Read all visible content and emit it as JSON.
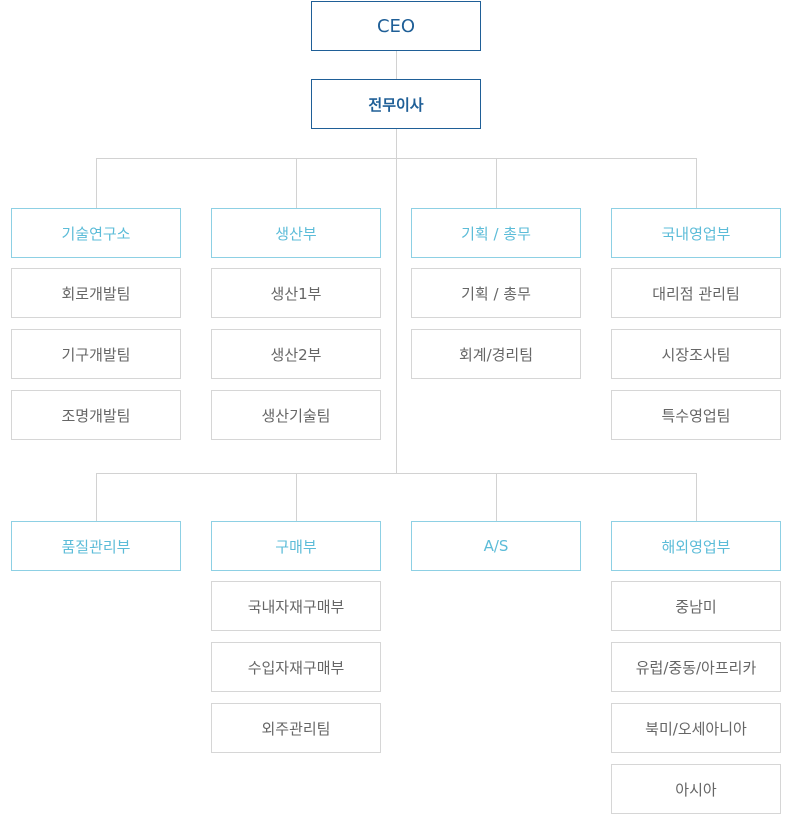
{
  "ceo": "CEO",
  "exec": "전무이사",
  "rows": [
    [
      {
        "name": "기술연구소",
        "teams": [
          "회로개발팀",
          "기구개발팀",
          "조명개발팀"
        ]
      },
      {
        "name": "생산부",
        "teams": [
          "생산1부",
          "생산2부",
          "생산기술팀"
        ]
      },
      {
        "name": "기획 / 총무",
        "teams": [
          "기획 / 총무",
          "회계/경리팀"
        ]
      },
      {
        "name": "국내영업부",
        "teams": [
          "대리점 관리팀",
          "시장조사팀",
          "특수영업팀"
        ]
      }
    ],
    [
      {
        "name": "품질관리부",
        "teams": []
      },
      {
        "name": "구매부",
        "teams": [
          "국내자재구매부",
          "수입자재구매부",
          "외주관리팀"
        ]
      },
      {
        "name": "A/S",
        "teams": []
      },
      {
        "name": "해외영업부",
        "teams": [
          "중남미",
          "유럽/중동/아프리카",
          "북미/오세아니아",
          "아시아"
        ]
      }
    ]
  ]
}
